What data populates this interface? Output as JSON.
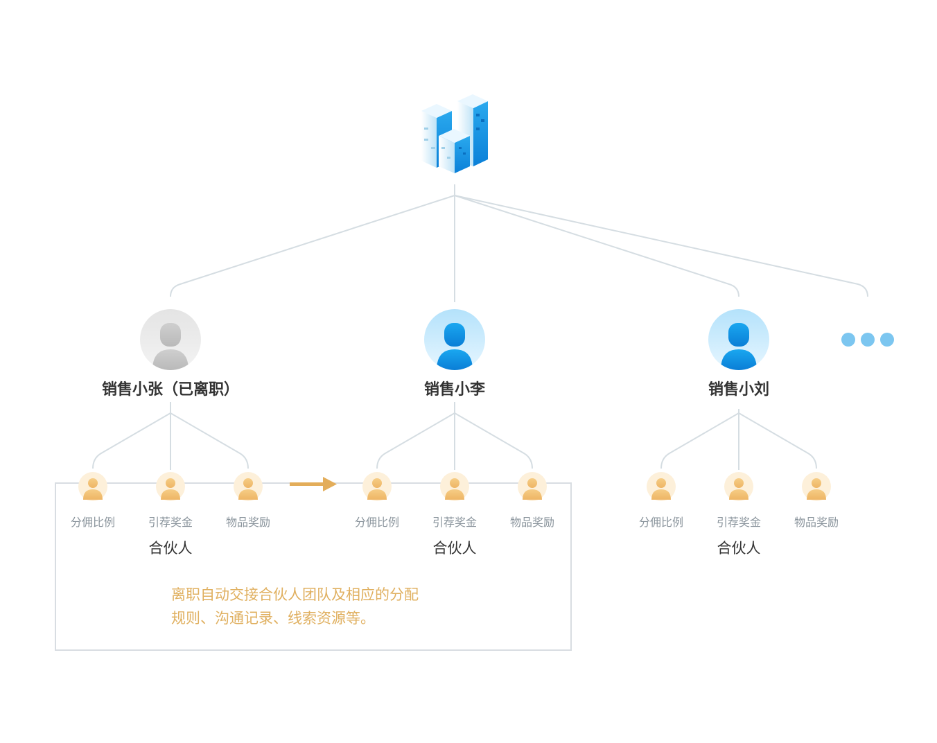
{
  "company": {
    "icon": "buildings-icon"
  },
  "salespeople": [
    {
      "name": "销售小张（已离职）",
      "status": "departed",
      "avatar_icon": "person-gray-icon"
    },
    {
      "name": "销售小李",
      "status": "active",
      "avatar_icon": "person-blue-icon"
    },
    {
      "name": "销售小刘",
      "status": "active",
      "avatar_icon": "person-blue-icon"
    }
  ],
  "partner_groups": [
    {
      "label": "合伙人",
      "items": [
        "分佣比例",
        "引荐奖金",
        "物品奖励"
      ]
    },
    {
      "label": "合伙人",
      "items": [
        "分佣比例",
        "引荐奖金",
        "物品奖励"
      ]
    },
    {
      "label": "合伙人",
      "items": [
        "分佣比例",
        "引荐奖金",
        "物品奖励"
      ]
    }
  ],
  "more_icon": "more-dots-icon",
  "transfer_arrow_icon": "arrow-right-icon",
  "note": {
    "line1": "离职自动交接合伙人团队及相应的分配",
    "line2": "规则、沟通记录、线索资源等。"
  },
  "colors": {
    "line": "#d5dde2",
    "accent_blue": "#1e9be8",
    "departed_gray": "#c4c4c4",
    "partner_orange": "#f1c27a",
    "note_text": "#e0b060",
    "dots": "#7cc6f0"
  }
}
